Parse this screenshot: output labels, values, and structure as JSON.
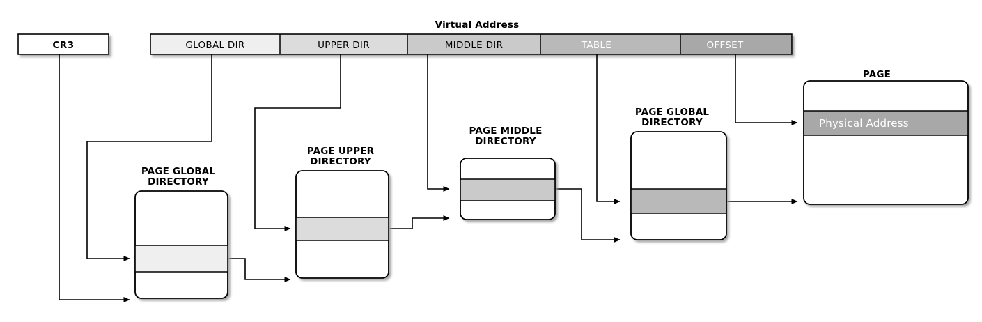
{
  "diagram": {
    "title": "Virtual Address",
    "cr3": {
      "label": "CR3"
    },
    "address_segments": [
      {
        "label": "GLOBAL DIR",
        "fill": "#efefef",
        "text_color": "#000000"
      },
      {
        "label": "UPPER DIR",
        "fill": "#dcdcdc",
        "text_color": "#000000"
      },
      {
        "label": "MIDDLE DIR",
        "fill": "#cacaca",
        "text_color": "#000000"
      },
      {
        "label": "TABLE",
        "fill": "#b9b9b9",
        "text_color": "#ffffff"
      },
      {
        "label": "OFFSET",
        "fill": "#a8a8a8",
        "text_color": "#ffffff"
      }
    ],
    "tables": [
      {
        "name": "page-global-directory-1",
        "title_line1": "PAGE GLOBAL",
        "title_line2": "DIRECTORY",
        "band_fill": "#efefef",
        "band_label": ""
      },
      {
        "name": "page-upper-directory",
        "title_line1": "PAGE UPPER",
        "title_line2": "DIRECTORY",
        "band_fill": "#dcdcdc",
        "band_label": ""
      },
      {
        "name": "page-middle-directory",
        "title_line1": "PAGE MIDDLE",
        "title_line2": "DIRECTORY",
        "band_fill": "#cacaca",
        "band_label": ""
      },
      {
        "name": "page-global-directory-2",
        "title_line1": "PAGE GLOBAL",
        "title_line2": "DIRECTORY",
        "band_fill": "#b9b9b9",
        "band_label": ""
      }
    ],
    "page": {
      "title": "PAGE",
      "band_label": "Physical Address",
      "band_fill": "#a8a8a8",
      "band_text_color": "#ffffff"
    },
    "colors": {
      "stroke": "#000000",
      "background": "#ffffff",
      "shadow": "#c8c8c8"
    }
  }
}
